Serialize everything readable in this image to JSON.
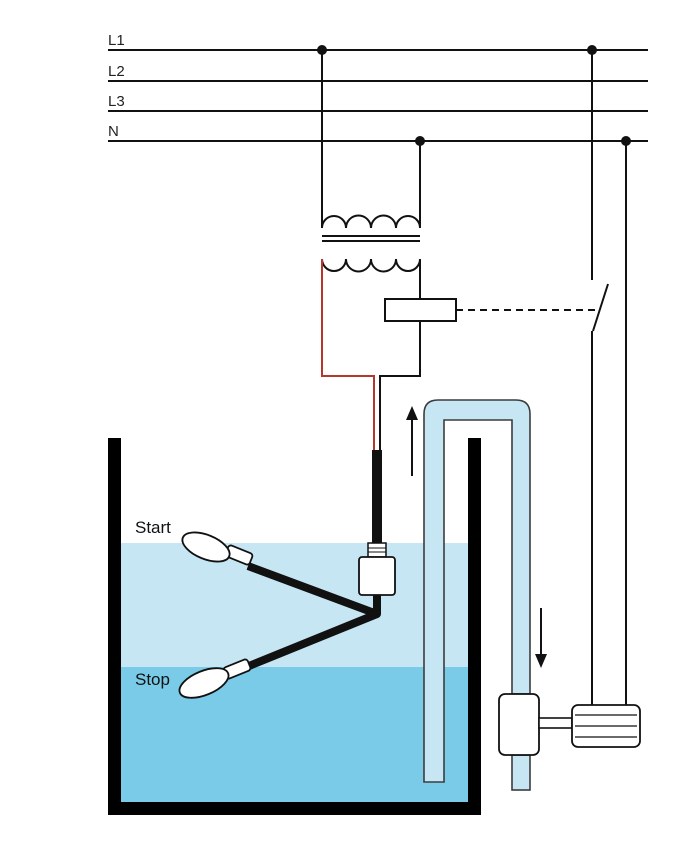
{
  "buses": [
    {
      "id": "L1",
      "label": "L1"
    },
    {
      "id": "L2",
      "label": "L2"
    },
    {
      "id": "L3",
      "label": "L3"
    },
    {
      "id": "N",
      "label": "N"
    }
  ],
  "floats": {
    "start_label": "Start",
    "stop_label": "Stop"
  },
  "colors": {
    "wire": "#111111",
    "control_wire": "#b5362b",
    "water_light": "#c7e6f3",
    "water_dark": "#79cbe8",
    "pipe_fill": "#c6e6f4",
    "pipe_stroke": "#3c3c3c",
    "tank_wall": "#000000"
  }
}
